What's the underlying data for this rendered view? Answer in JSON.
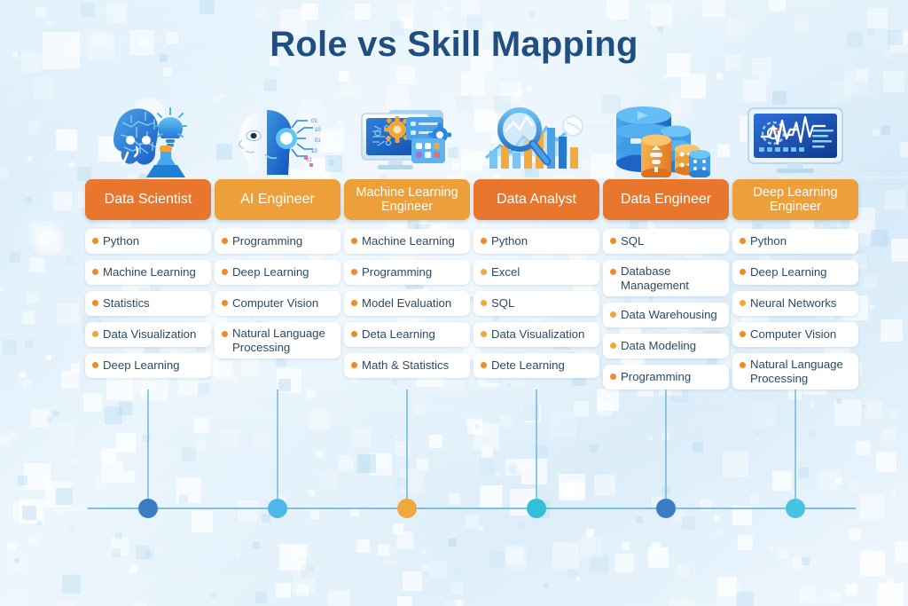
{
  "title": "Role vs Skill Mapping",
  "theme": {
    "bg_light": "#e6f3fc",
    "bg_blue": "#d3e9f8",
    "title_color": "#1f4e82",
    "header_orange_dark": "#e8762c",
    "header_orange_light": "#eda03a",
    "skill_card_bg": "#ffffff",
    "skill_text": "#2b4a67",
    "bullet_orange": "#ef8a2b",
    "bullet_amber": "#f2a63c",
    "timeline_line": "#62b4d8"
  },
  "columns": [
    {
      "icon": "brain-lightbulb-flask-icon",
      "role": "Data Scientist",
      "header_color": "#e8762c",
      "two_line": false,
      "dot_color": "#3b7dc4",
      "skills": [
        {
          "label": "Python",
          "bullet": "#ef8a2b"
        },
        {
          "label": "Machine Learning",
          "bullet": "#ef8a2b"
        },
        {
          "label": "Statistics",
          "bullet": "#ef8a2b"
        },
        {
          "label": "Data Visualization",
          "bullet": "#f2a63c"
        },
        {
          "label": "Deep Learning",
          "bullet": "#ef8a2b"
        }
      ]
    },
    {
      "icon": "robot-head-ai-icon",
      "role": "AI Engineer",
      "header_color": "#eda03a",
      "two_line": false,
      "dot_color": "#4db8e8",
      "skills": [
        {
          "label": "Programming",
          "bullet": "#ef8a2b"
        },
        {
          "label": "Deep Learning",
          "bullet": "#ef8a2b"
        },
        {
          "label": "Computer Vision",
          "bullet": "#ef8a2b"
        },
        {
          "label": "Natural Language Processing",
          "bullet": "#ef8a2b"
        }
      ]
    },
    {
      "icon": "monitor-gears-apps-icon",
      "role": "Machine Learning Engineer",
      "header_color": "#eda03a",
      "two_line": true,
      "dot_color": "#f0a83c",
      "skills": [
        {
          "label": "Machine Learning",
          "bullet": "#ef8a2b"
        },
        {
          "label": "Programming",
          "bullet": "#ef8a2b"
        },
        {
          "label": "Model Evaluation",
          "bullet": "#ef8a2b"
        },
        {
          "label": "Deta Learning",
          "bullet": "#ef8a2b"
        },
        {
          "label": "Math & Statistics",
          "bullet": "#ef8a2b"
        }
      ]
    },
    {
      "icon": "magnifier-bar-chart-icon",
      "role": "Data Analyst",
      "header_color": "#e8762c",
      "two_line": false,
      "dot_color": "#32c0d8",
      "skills": [
        {
          "label": "Python",
          "bullet": "#ef8a2b"
        },
        {
          "label": "Excel",
          "bullet": "#f2a63c"
        },
        {
          "label": "SQL",
          "bullet": "#f2a63c"
        },
        {
          "label": "Data Visualization",
          "bullet": "#f2a63c"
        },
        {
          "label": "Dete Learning",
          "bullet": "#ef8a2b"
        }
      ]
    },
    {
      "icon": "database-cylinders-icon",
      "role": "Data Engineer",
      "header_color": "#e8762c",
      "two_line": false,
      "dot_color": "#3b7dc4",
      "skills": [
        {
          "label": "SQL",
          "bullet": "#ef8a2b"
        },
        {
          "label": "Database Management",
          "bullet": "#ef8a2b"
        },
        {
          "label": "Data Warehousing",
          "bullet": "#f2a63c"
        },
        {
          "label": "Data Modeling",
          "bullet": "#f2a63c"
        },
        {
          "label": "Programming",
          "bullet": "#ef8a2b"
        }
      ]
    },
    {
      "icon": "monitor-waveform-icon",
      "role": "Deep Learning Engineer",
      "header_color": "#eda03a",
      "two_line": true,
      "dot_color": "#45c3e0",
      "skills": [
        {
          "label": "Python",
          "bullet": "#ef8a2b"
        },
        {
          "label": "Deep Learning",
          "bullet": "#ef8a2b"
        },
        {
          "label": "Neural Networks",
          "bullet": "#f2a63c"
        },
        {
          "label": "Computer Vision",
          "bullet": "#ef8a2b"
        },
        {
          "label": "Natural Language Processing",
          "bullet": "#ef8a2b"
        }
      ]
    }
  ]
}
